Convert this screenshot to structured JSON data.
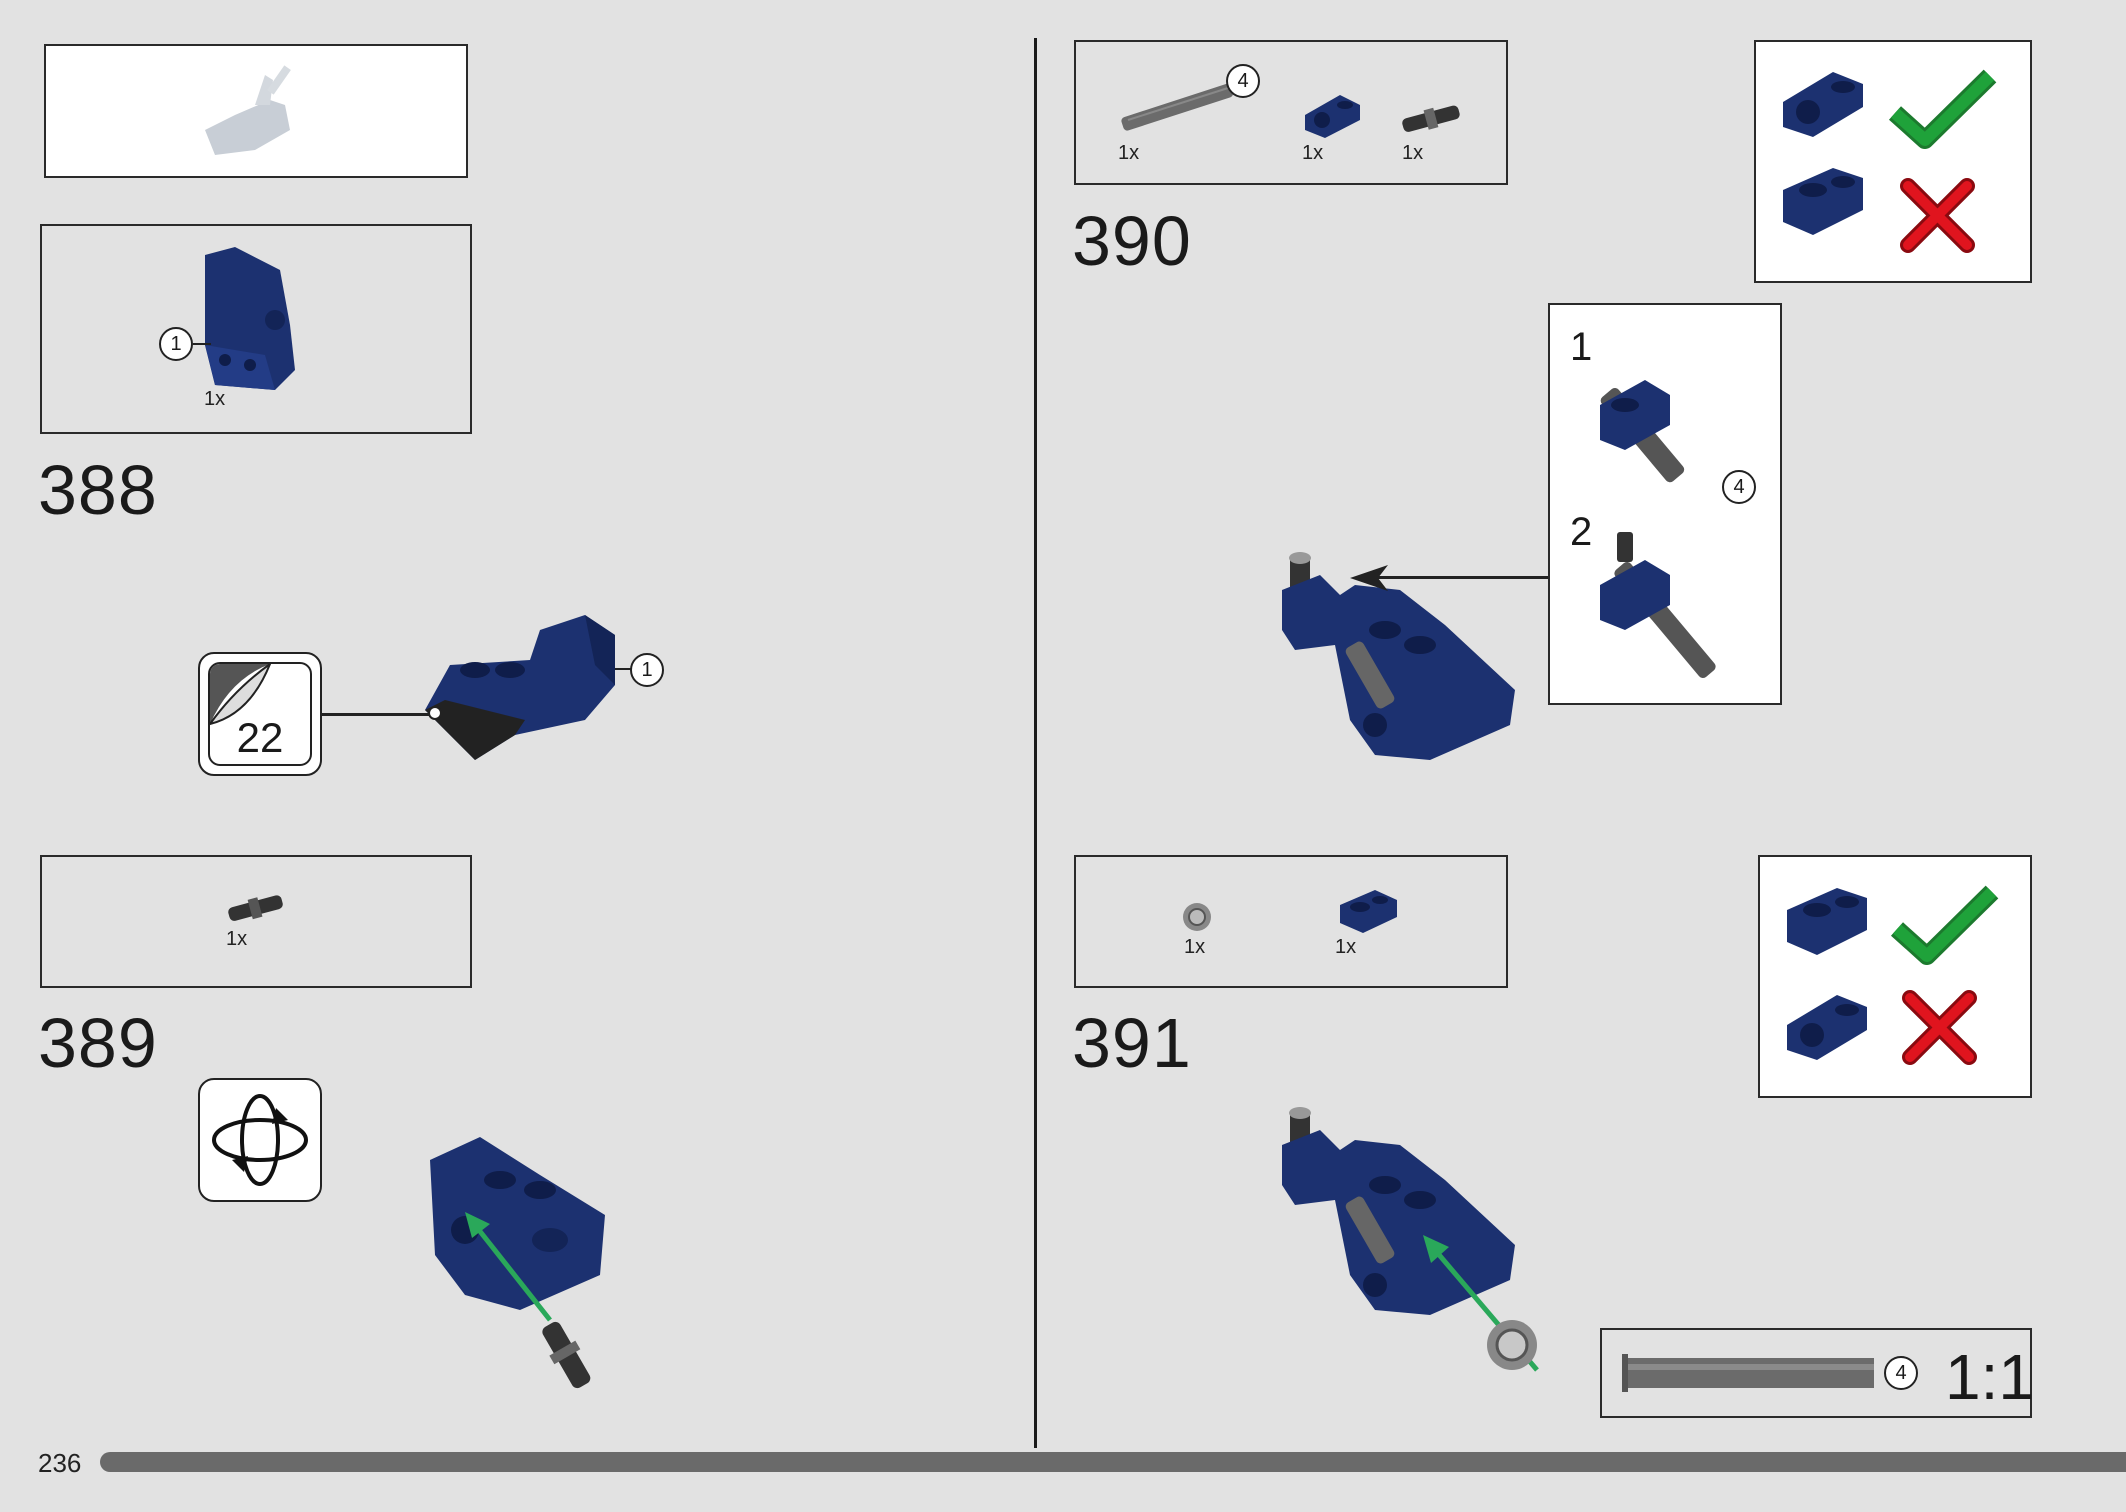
{
  "page": {
    "number": "236"
  },
  "colors": {
    "part_blue": "#1c3170",
    "part_blue_dark": "#0f1d4a",
    "grey_part": "#6b6b6b",
    "green_check": "#1fa23a",
    "red_cross": "#e0141e",
    "arrow_green": "#2aa85a"
  },
  "steps": [
    {
      "number": "388",
      "parts": [
        {
          "icon": "blue-panel-part-icon",
          "qty": "1x",
          "callout": "1"
        }
      ],
      "sticker": {
        "label": "22"
      },
      "callout": "1"
    },
    {
      "number": "389",
      "parts": [
        {
          "icon": "black-pin-icon",
          "qty": "1x"
        }
      ],
      "rotate_icon": "rotate-model-icon"
    },
    {
      "number": "390",
      "parts": [
        {
          "icon": "grey-axle-icon",
          "qty": "1x",
          "callout": "4"
        },
        {
          "icon": "blue-connector-icon",
          "qty": "1x"
        },
        {
          "icon": "black-pin-icon",
          "qty": "1x"
        }
      ],
      "sub_steps": [
        {
          "number": "1",
          "callout": "4"
        },
        {
          "number": "2"
        }
      ]
    },
    {
      "number": "391",
      "parts": [
        {
          "icon": "grey-bush-icon",
          "qty": "1x"
        },
        {
          "icon": "blue-connector-icon",
          "qty": "1x"
        }
      ],
      "scale": {
        "callout": "4",
        "label": "1:1"
      }
    }
  ]
}
